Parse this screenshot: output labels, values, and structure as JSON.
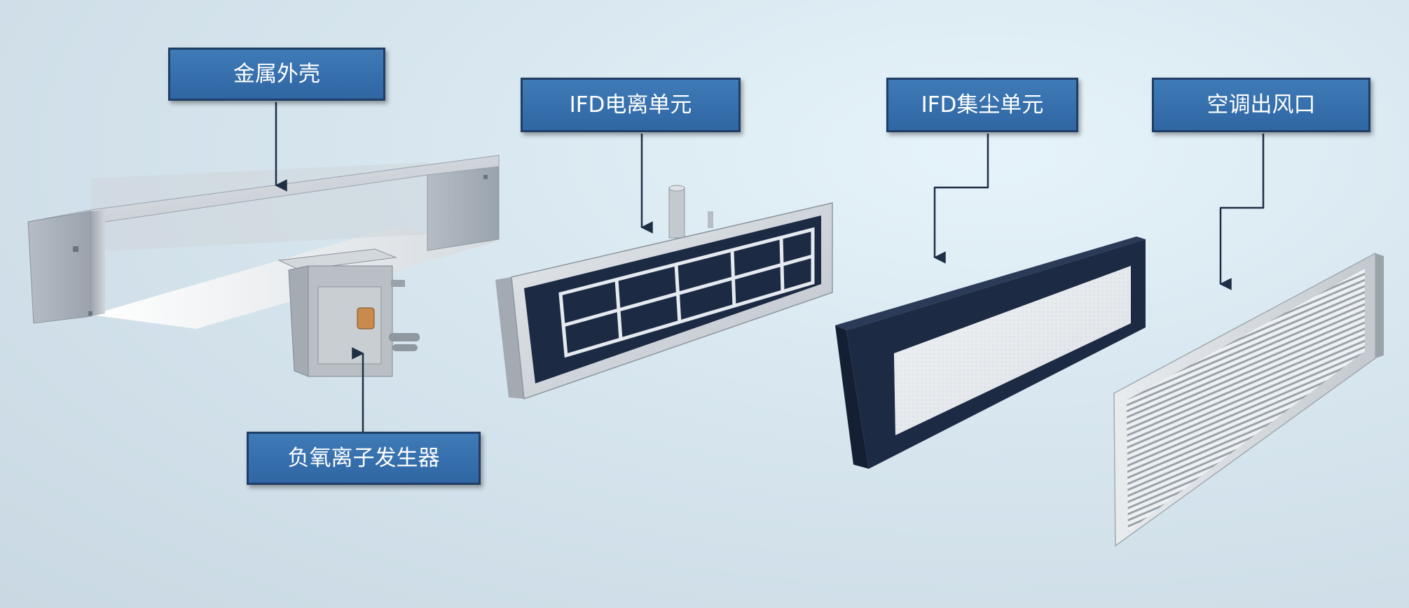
{
  "labels": {
    "metal_housing": "金属外壳",
    "ifd_ionization_unit": "IFD电离单元",
    "ifd_dust_collection_unit": "IFD集尘单元",
    "ac_air_outlet": "空调出风口",
    "negative_ion_generator": "负氧离子发生器"
  },
  "colors": {
    "label_fill": "#3672ad",
    "label_border": "#1f3e66",
    "label_text": "#ffffff",
    "leader_line": "#1e2f45",
    "frame_dark": "#1d2a44",
    "metal": "#c7ccd1"
  }
}
